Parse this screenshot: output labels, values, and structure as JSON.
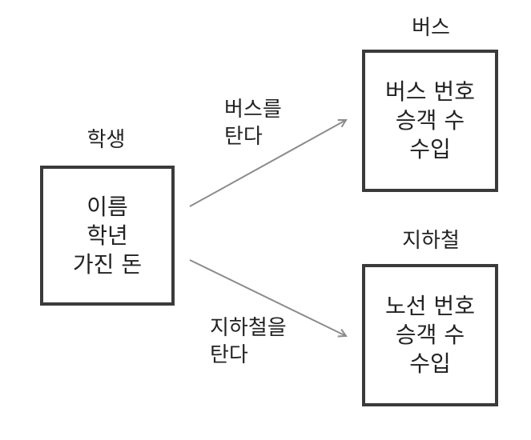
{
  "nodes": {
    "student": {
      "title": "학생",
      "lines": [
        "이름",
        "학년",
        "가진 돈"
      ]
    },
    "bus": {
      "title": "버스",
      "lines": [
        "버스 번호",
        "승객 수",
        "수입"
      ]
    },
    "subway": {
      "title": "지하철",
      "lines": [
        "노선 번호",
        "승객 수",
        "수입"
      ]
    }
  },
  "edges": {
    "to_bus": {
      "lines": [
        "버스를",
        "탄다"
      ]
    },
    "to_subway": {
      "lines": [
        "지하철을",
        "탄다"
      ]
    }
  },
  "colors": {
    "box_border": "#3a3a3a",
    "arrow": "#8c8c8c",
    "text": "#222222"
  }
}
